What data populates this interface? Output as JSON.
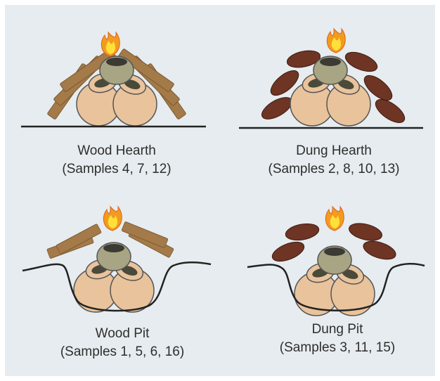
{
  "panels": [
    {
      "id": "wood-hearth",
      "title": "Wood Hearth",
      "samples": "(Samples 4, 7, 12)"
    },
    {
      "id": "dung-hearth",
      "title": "Dung Hearth",
      "samples": "(Samples 2, 8, 10, 13)"
    },
    {
      "id": "wood-pit",
      "title": "Wood Pit",
      "samples": "(Samples 1, 5, 6, 16)"
    },
    {
      "id": "dung-pit",
      "title": "Dung Pit",
      "samples": "(Samples 3, 11, 15)"
    }
  ],
  "colors": {
    "background": "#e6ecef",
    "wood": "#a47a48",
    "dung": "#6e3424",
    "pot_body": "#e9c39c",
    "pot_small": "#a7a583",
    "outline": "#222222",
    "flame_outer": "#f39b1e",
    "flame_inner": "#ffe03a"
  }
}
